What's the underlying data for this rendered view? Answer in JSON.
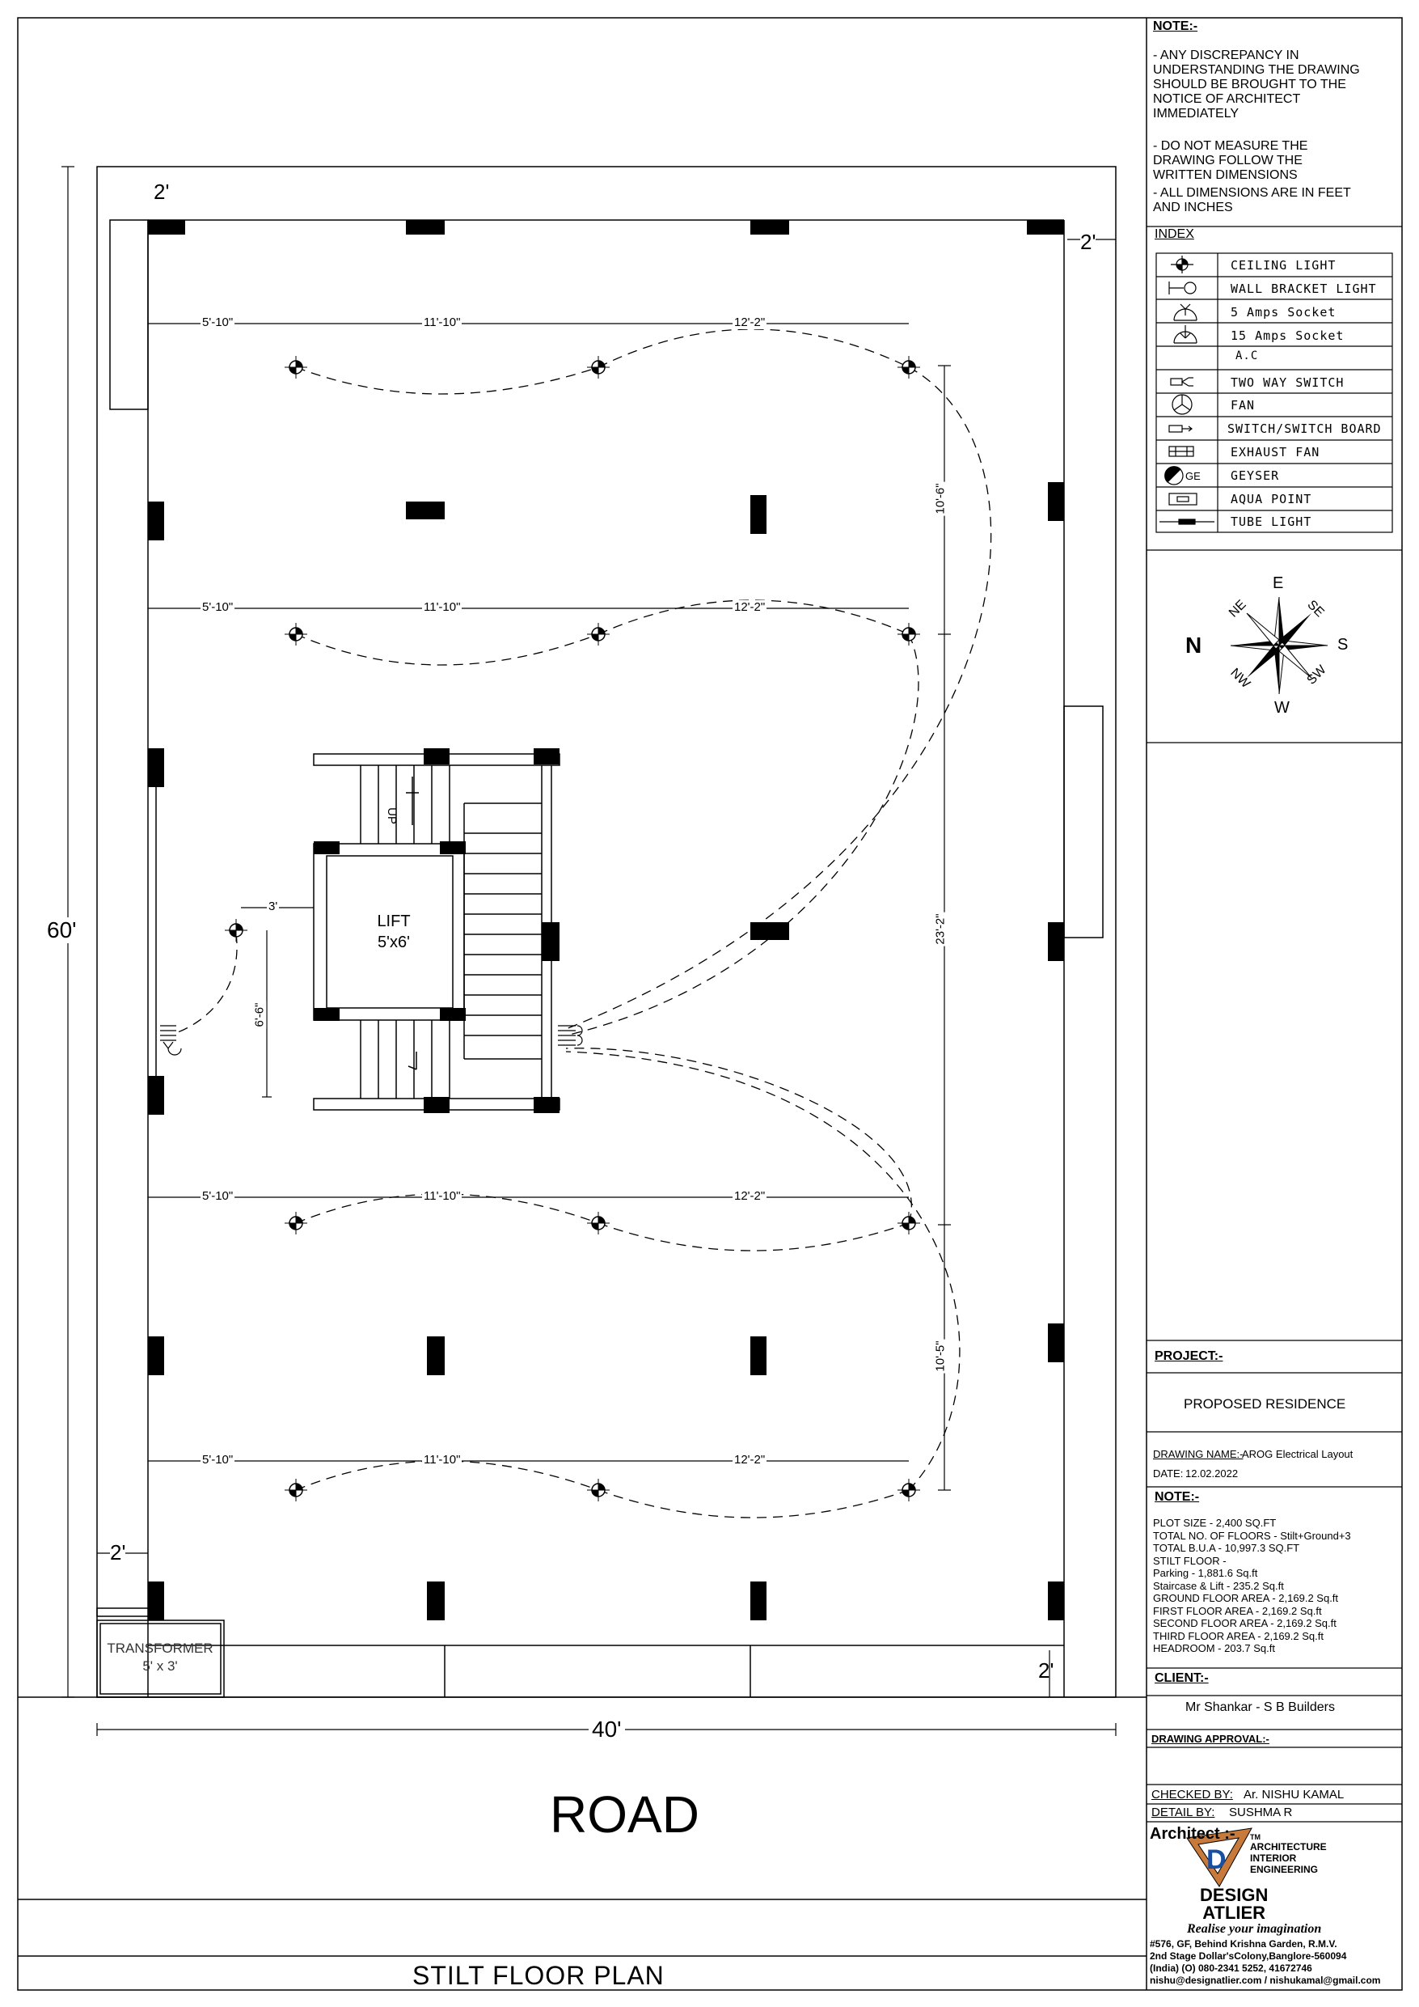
{
  "notes_top": {
    "heading": "NOTE:-",
    "items": [
      "- ANY DISCREPANCY IN UNDERSTANDING THE DRAWING SHOULD BE BROUGHT TO THE NOTICE OF ARCHITECT IMMEDIATELY",
      "- DO NOT MEASURE THE DRAWING FOLLOW THE WRITTEN DIMENSIONS",
      "- ALL DIMENSIONS ARE IN FEET AND INCHES"
    ]
  },
  "index": {
    "heading": "INDEX",
    "items": [
      {
        "icon": "ceiling-light-icon",
        "label": "CEILING LIGHT"
      },
      {
        "icon": "wall-bracket-light-icon",
        "label": "WALL BRACKET LIGHT"
      },
      {
        "icon": "socket-5a-icon",
        "label": "5 Amps Socket"
      },
      {
        "icon": "socket-15a-icon",
        "label": "15 Amps Socket"
      },
      {
        "icon": "",
        "label": "A.C"
      },
      {
        "icon": "two-way-switch-icon",
        "label": "TWO WAY SWITCH"
      },
      {
        "icon": "fan-icon",
        "label": "FAN"
      },
      {
        "icon": "switch-board-icon",
        "label": "SWITCH/SWITCH BOARD"
      },
      {
        "icon": "exhaust-fan-icon",
        "label": "EXHAUST FAN"
      },
      {
        "icon": "geyser-icon",
        "label": "GEYSER",
        "icon_text": "GE"
      },
      {
        "icon": "aqua-point-icon",
        "label": "AQUA POINT"
      },
      {
        "icon": "tube-light-icon",
        "label": "TUBE LIGHT"
      }
    ]
  },
  "compass": {
    "n": "N",
    "e": "E",
    "s": "S",
    "w": "W",
    "ne": "NE",
    "se": "SE",
    "nw": "NW",
    "sw": "SW"
  },
  "project": {
    "heading": "PROJECT:-",
    "name": "PROPOSED RESIDENCE"
  },
  "drawing": {
    "name_label": "DRAWING NAME:-",
    "name": "AROG Electrical Layout",
    "date_label": "DATE:",
    "date": "12.02.2022"
  },
  "notes_bottom": {
    "heading": "NOTE:-",
    "lines": [
      "PLOT SIZE - 2,400 SQ.FT",
      "TOTAL NO. OF FLOORS - Stilt+Ground+3",
      "TOTAL B.U.A - 10,997.3 SQ.FT",
      "STILT FLOOR -",
      "Parking - 1,881.6 Sq.ft",
      "Staircase & Lift - 235.2 Sq.ft",
      "GROUND FLOOR AREA - 2,169.2 Sq.ft",
      "FIRST FLOOR AREA - 2,169.2 Sq.ft",
      "SECOND FLOOR AREA - 2,169.2 Sq.ft",
      "THIRD FLOOR AREA - 2,169.2 Sq.ft",
      "HEADROOM - 203.7 Sq.ft"
    ]
  },
  "client": {
    "heading": "CLIENT:-",
    "name": "Mr Shankar -  S B Builders"
  },
  "approval": {
    "heading": "DRAWING APPROVAL:-"
  },
  "checked": {
    "label": "CHECKED BY:",
    "name": "Ar. NISHU KAMAL"
  },
  "detail": {
    "label": "DETAIL BY:",
    "name": "SUSHMA R"
  },
  "architect": {
    "heading": "Architect :-",
    "tm": "TM",
    "services": [
      "ARCHITECTURE",
      "INTERIOR",
      "ENGINEERING"
    ],
    "brand1": "DESIGN",
    "brand2": "ATLIER",
    "tagline": "Realise your imagination",
    "address": [
      "#576, GF, Behind Krishna Garden, R.M.V.",
      "2nd Stage Dollar'sColony,Banglore-560094",
      "(India) (O) 080-2341 5252, 41672746",
      "nishu@designatlier.com  / nishukamal@gmail.com"
    ]
  },
  "plan": {
    "title": "STILT FLOOR PLAN",
    "road": "ROAD",
    "overall_height": "60'",
    "overall_width": "40'",
    "setback": "2'",
    "lift_label": "LIFT",
    "lift_size": "5'x6'",
    "up_label": "UP",
    "transformer_label": "TRANSFORMER",
    "transformer_size": "5' x 3'",
    "dim_a": "5'-10\"",
    "dim_b": "11'-10\"",
    "dim_c": "12'-2\"",
    "dim_3": "3'",
    "dim_66": "6'-6\"",
    "dim_106": "10'-6\"",
    "dim_232": "23'-2\"",
    "dim_105": "10'-5\""
  }
}
